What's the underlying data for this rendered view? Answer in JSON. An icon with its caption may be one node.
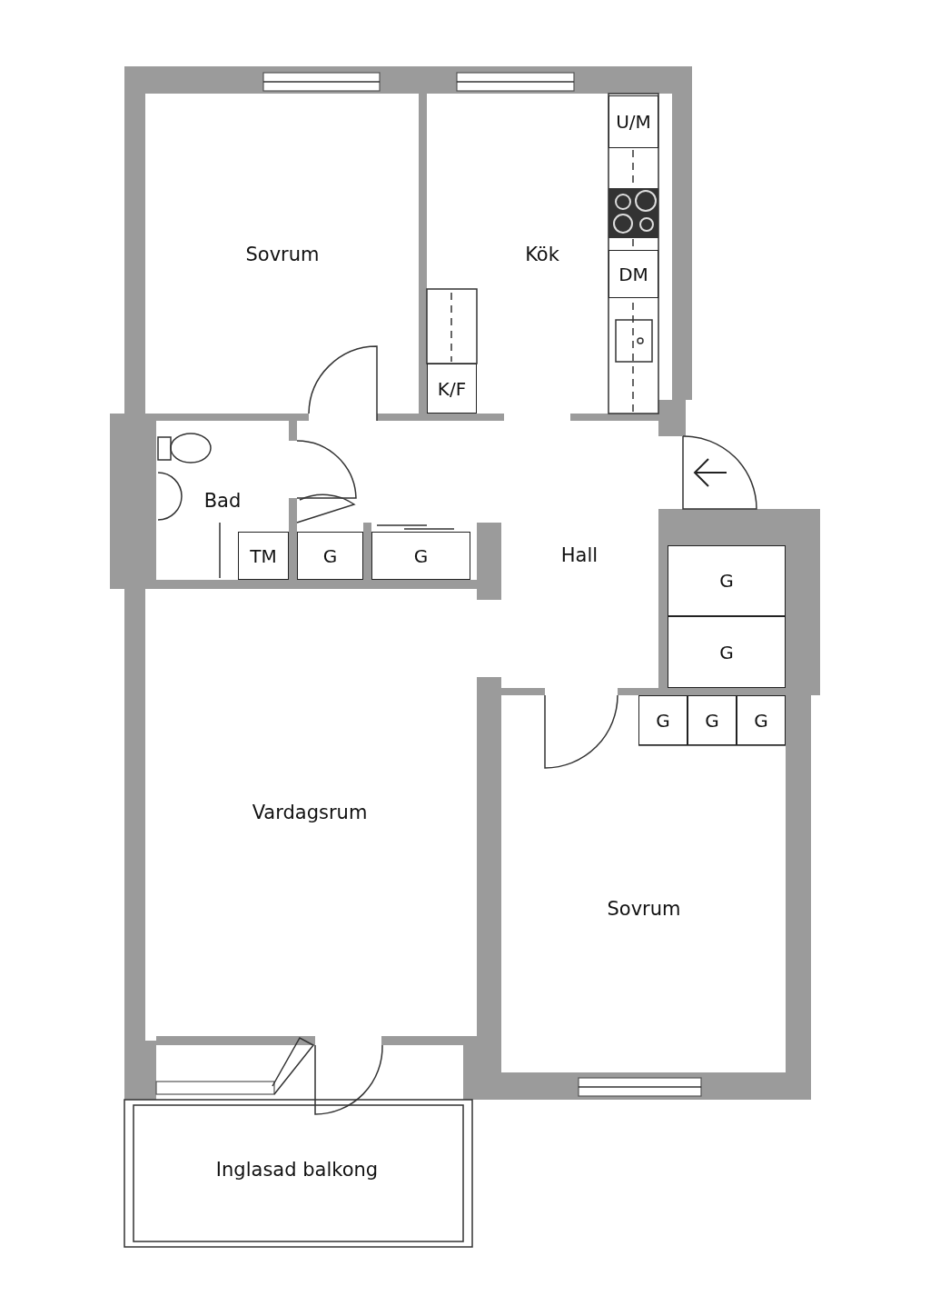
{
  "diagram": {
    "nodes": [
      {
        "text": [
          "U/M"
        ]
      },
      {
        "text": [
          "DM"
        ]
      },
      {
        "text": [
          "K/F"
        ]
      },
      {
        "text": [
          "TM"
        ]
      },
      {
        "text": [
          "G"
        ]
      },
      {
        "text": [
          "G"
        ]
      },
      {
        "text": [
          "G"
        ]
      },
      {
        "text": [
          "G"
        ]
      },
      {
        "text": [
          "G"
        ]
      },
      {
        "text": [
          "G"
        ]
      },
      {
        "text": [
          "G"
        ]
      }
    ],
    "labels": [
      "Sovrum",
      "Kök",
      "Bad",
      "Hall",
      "Vardagsrum",
      "Sovrum",
      "Inglasad balkong"
    ]
  }
}
